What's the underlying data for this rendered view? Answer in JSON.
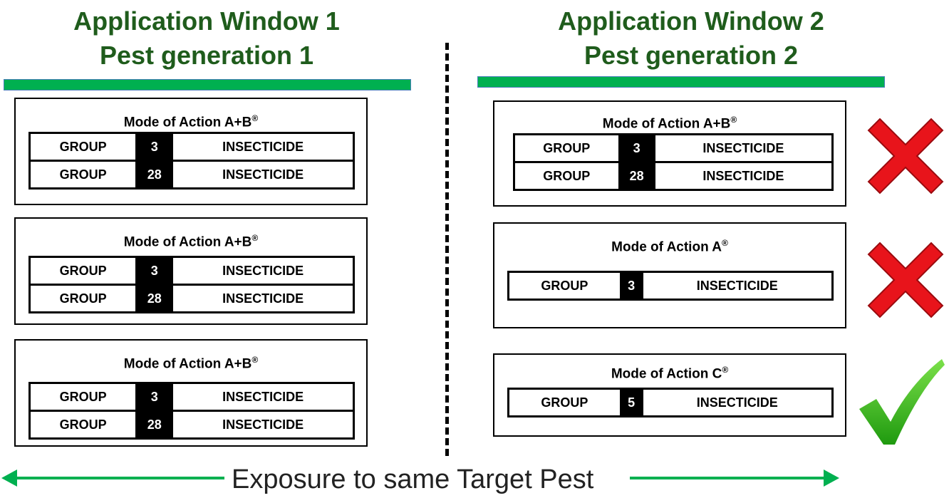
{
  "window1": {
    "title_line1": "Application Window 1",
    "title_line2": "Pest generation 1"
  },
  "window2": {
    "title_line1": "Application Window 2",
    "title_line2": "Pest generation 2"
  },
  "colors": {
    "title_green": "#1f5c1c",
    "bar_green": "#00b050",
    "cross_red": "#e8141b",
    "check_green": "#3cc21a"
  },
  "left_cards": [
    {
      "title": "Mode of Action A+B",
      "mark": "®",
      "rows": [
        {
          "group": "GROUP",
          "num": "3",
          "type": "INSECTICIDE"
        },
        {
          "group": "GROUP",
          "num": "28",
          "type": "INSECTICIDE"
        }
      ]
    },
    {
      "title": "Mode of Action A+B",
      "mark": "®",
      "rows": [
        {
          "group": "GROUP",
          "num": "3",
          "type": "INSECTICIDE"
        },
        {
          "group": "GROUP",
          "num": "28",
          "type": "INSECTICIDE"
        }
      ]
    },
    {
      "title": "Mode of Action A+B",
      "mark": "®",
      "rows": [
        {
          "group": "GROUP",
          "num": "3",
          "type": "INSECTICIDE"
        },
        {
          "group": "GROUP",
          "num": "28",
          "type": "INSECTICIDE"
        }
      ]
    }
  ],
  "right_cards": [
    {
      "title": "Mode of Action A+B",
      "mark": "®",
      "status": "cross-icon",
      "rows": [
        {
          "group": "GROUP",
          "num": "3",
          "type": "INSECTICIDE"
        },
        {
          "group": "GROUP",
          "num": "28",
          "type": "INSECTICIDE"
        }
      ]
    },
    {
      "title": "Mode of Action A",
      "mark": "®",
      "status": "cross-icon",
      "rows": [
        {
          "group": "GROUP",
          "num": "3",
          "type": "INSECTICIDE"
        }
      ]
    },
    {
      "title": "Mode of Action C",
      "mark": "®",
      "status": "checkmark-icon",
      "rows": [
        {
          "group": "GROUP",
          "num": "5",
          "type": "INSECTICIDE"
        }
      ]
    }
  ],
  "footer": {
    "text": "Exposure to same Target Pest"
  }
}
